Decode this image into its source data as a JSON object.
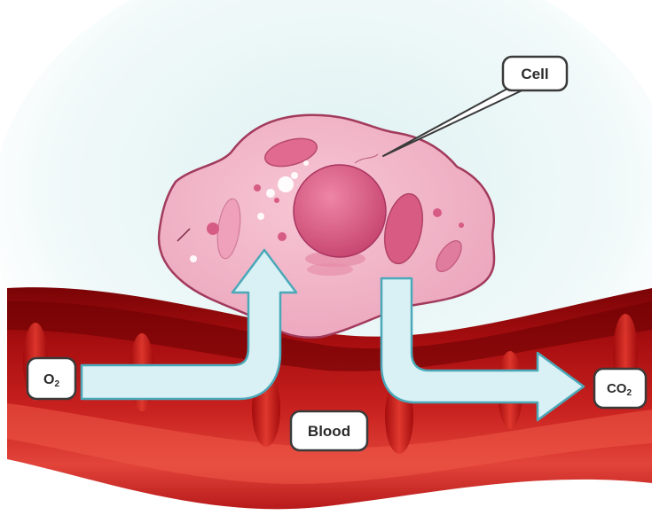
{
  "labels": {
    "cell": "Cell",
    "blood": "Blood",
    "o2": {
      "base": "O",
      "sub": "2"
    },
    "co2": {
      "base": "CO",
      "sub": "2"
    }
  },
  "colors": {
    "background_glow": "#d6ecee",
    "cell_fill": "#f2b6c9",
    "cell_outline": "#a23a5c",
    "nucleus": "#d8557f",
    "organelle": "#e78aa6",
    "blood_dark": "#8e0a0c",
    "blood_mid": "#c41a1c",
    "blood_light": "#e8493c",
    "arrow_fill": "#d9f1f5",
    "arrow_outline": "#4aa8b8",
    "label_fill": "#ffffff",
    "label_stroke": "#3a3a3a"
  }
}
